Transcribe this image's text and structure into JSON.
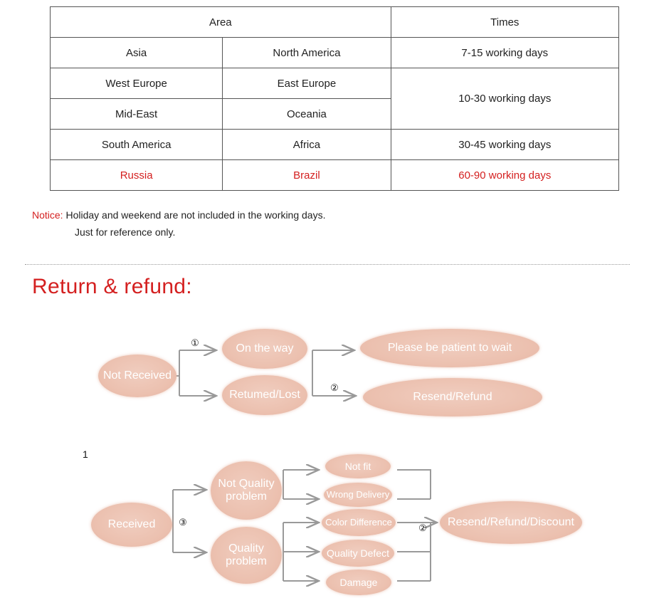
{
  "table": {
    "header": {
      "area": "Area",
      "times": "Times"
    },
    "rows": [
      {
        "a": "Asia",
        "b": "North America",
        "time": "7-15 working days"
      },
      {
        "a": "West Europe",
        "b": "East Europe",
        "time": "10-30 working days"
      },
      {
        "a": "Mid-East",
        "b": "Oceania"
      },
      {
        "a": "South America",
        "b": "Africa",
        "time": "30-45 working days"
      },
      {
        "a": "Russia",
        "b": "Brazil",
        "time": "60-90 working days"
      }
    ]
  },
  "notice": {
    "label": "Notice:",
    "line1": " Holiday and weekend are not included in the working days.",
    "line2": "Just for reference only."
  },
  "section_title": "Return & refund:",
  "diagram1": {
    "start": "Not Received",
    "on_the_way": "On the way",
    "returned_lost": "Retumed/Lost",
    "wait": "Please be patient to wait",
    "resend_refund": "Resend/Refund",
    "marker_1": "①",
    "marker_2": "②"
  },
  "stray_number": "1",
  "diagram2": {
    "start": "Received",
    "not_quality": "Not Quality problem",
    "quality": "Quality problem",
    "not_fit": "Not fit",
    "wrong_delivery": "Wrong Delivery",
    "color_difference": "Color Difference",
    "quality_defect": "Quality Defect",
    "damage": "Damage",
    "outcome": "Resend/Refund/Discount",
    "marker_3": "③",
    "marker_2": "②"
  },
  "colors": {
    "accent_red": "#d42020",
    "node_fill": "#ecc1b0",
    "connector": "#999999"
  }
}
